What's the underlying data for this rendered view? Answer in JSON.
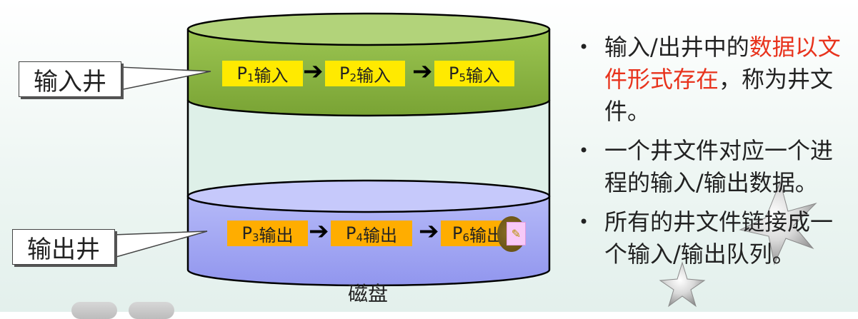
{
  "diagram": {
    "input_well_label": "输入井",
    "output_well_label": "输出井",
    "disk_label": "磁盘",
    "input_boxes": [
      {
        "p": "P",
        "sub": "1",
        "text": "输入"
      },
      {
        "p": "P",
        "sub": "2",
        "text": "输入"
      },
      {
        "p": "P",
        "sub": "5",
        "text": "输入"
      }
    ],
    "output_boxes": [
      {
        "p": "P",
        "sub": "3",
        "text": "输出"
      },
      {
        "p": "P",
        "sub": "4",
        "text": "输出"
      },
      {
        "p": "P",
        "sub": "6",
        "text": "输出"
      }
    ]
  },
  "bullets": [
    {
      "lines": [
        {
          "text": "输入/出井中的",
          "hl": false
        },
        {
          "text": "数据以文件形式存在",
          "hl": true
        },
        {
          "text": "，称为井文件。",
          "hl": false
        }
      ]
    },
    {
      "lines": [
        {
          "text": "一个井文件对应一个进程的输入/输出数据。",
          "hl": false
        }
      ]
    },
    {
      "lines": [
        {
          "text": "所有的井文件链接成一个输入/输出队列。",
          "hl": false
        }
      ]
    }
  ],
  "colors": {
    "input_band": "#8cb342",
    "output_band": "#a3a8f5",
    "input_box": "#ffea00",
    "output_box": "#ffad00",
    "highlight_text": "#e8331d"
  },
  "icons": [
    "pen-annotation-icon",
    "star-decoration-icon"
  ]
}
